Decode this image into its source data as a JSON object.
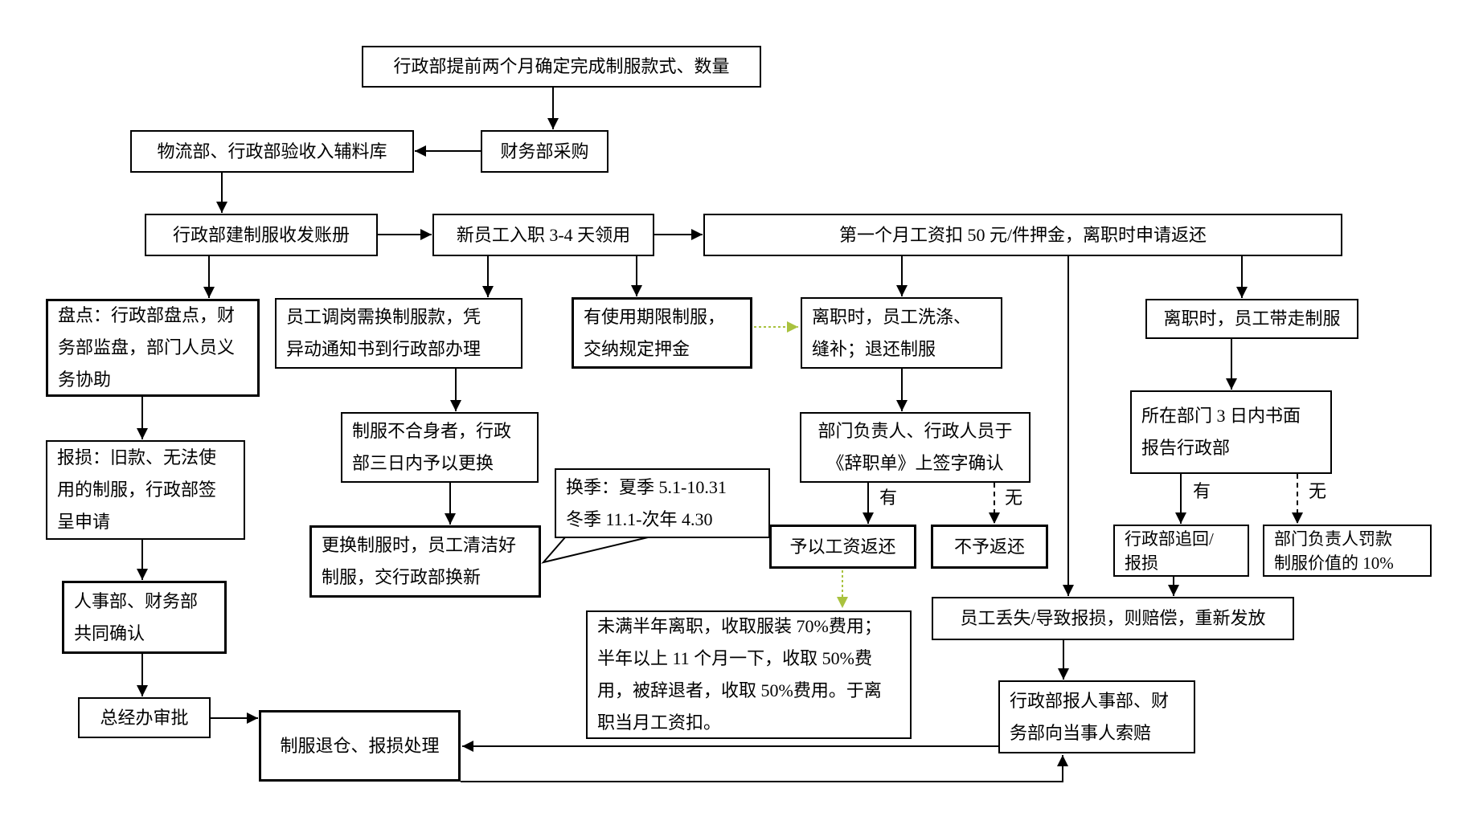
{
  "diagram": {
    "title": "uniform-management-flowchart",
    "nodes": {
      "plan": "行政部提前两个月确定完成制服款式、数量",
      "receive": "物流部、行政部验收入辅料库",
      "purchase": "财务部采购",
      "ledger": "行政部建制服收发账册",
      "newhire": "新员工入职 3-4 天领用",
      "deposit": "第一个月工资扣 50 元/件押金，离职时申请返还",
      "stocktake": "盘点：行政部盘点，财\n务部监盘，部门人员义\n务协助",
      "transfer": "员工调岗需换制服款，凭\n异动通知书到行政部办理",
      "limited": "有使用期限制服，\n交纳规定押金",
      "wash": "离职时，员工洗涤、\n缝补；退还制服",
      "takeaway": "离职时，员工带走制服",
      "damage": "报损：旧款、无法使\n用的制服，行政部签\n呈申请",
      "unfit": "制服不合身者，行政\n部三日内予以更换",
      "sign": "部门负责人、行政人员于\n《辞职单》上签字确认",
      "report3": "所在部门 3 日内书面\n报告行政部",
      "season": "换季：夏季 5.1-10.31\n冬季 11.1-次年 4.30",
      "swap": "更换制服时，员工清洁好\n制服，交行政部换新",
      "refund": "予以工资返还",
      "norefund": "不予返还",
      "recover": "行政部追回/\n报损",
      "fine": "部门负责人罚款\n制服价值的 10%",
      "fee": "未满半年离职，收取服装 70%费用；\n半年以上 11 个月一下，收取 50%费\n用，被辞退者，收取 50%费用。于离\n职当月工资扣。",
      "lost": "员工丢失/导致报损，则赔偿，重新发放",
      "hrconfirm": "人事部、财务部\n共同确认",
      "gm": "总经办审批",
      "retire": "制服退仓、报损处理",
      "claim": "行政部报人事部、财\n务部向当事人索赔"
    },
    "labels": {
      "yes1": "有",
      "no1": "无",
      "yes2": "有",
      "no2": "无"
    },
    "colors": {
      "background": "#ffffff",
      "box_border": "#000000",
      "line": "#000000",
      "green_arrow": "#a9c23f"
    }
  }
}
